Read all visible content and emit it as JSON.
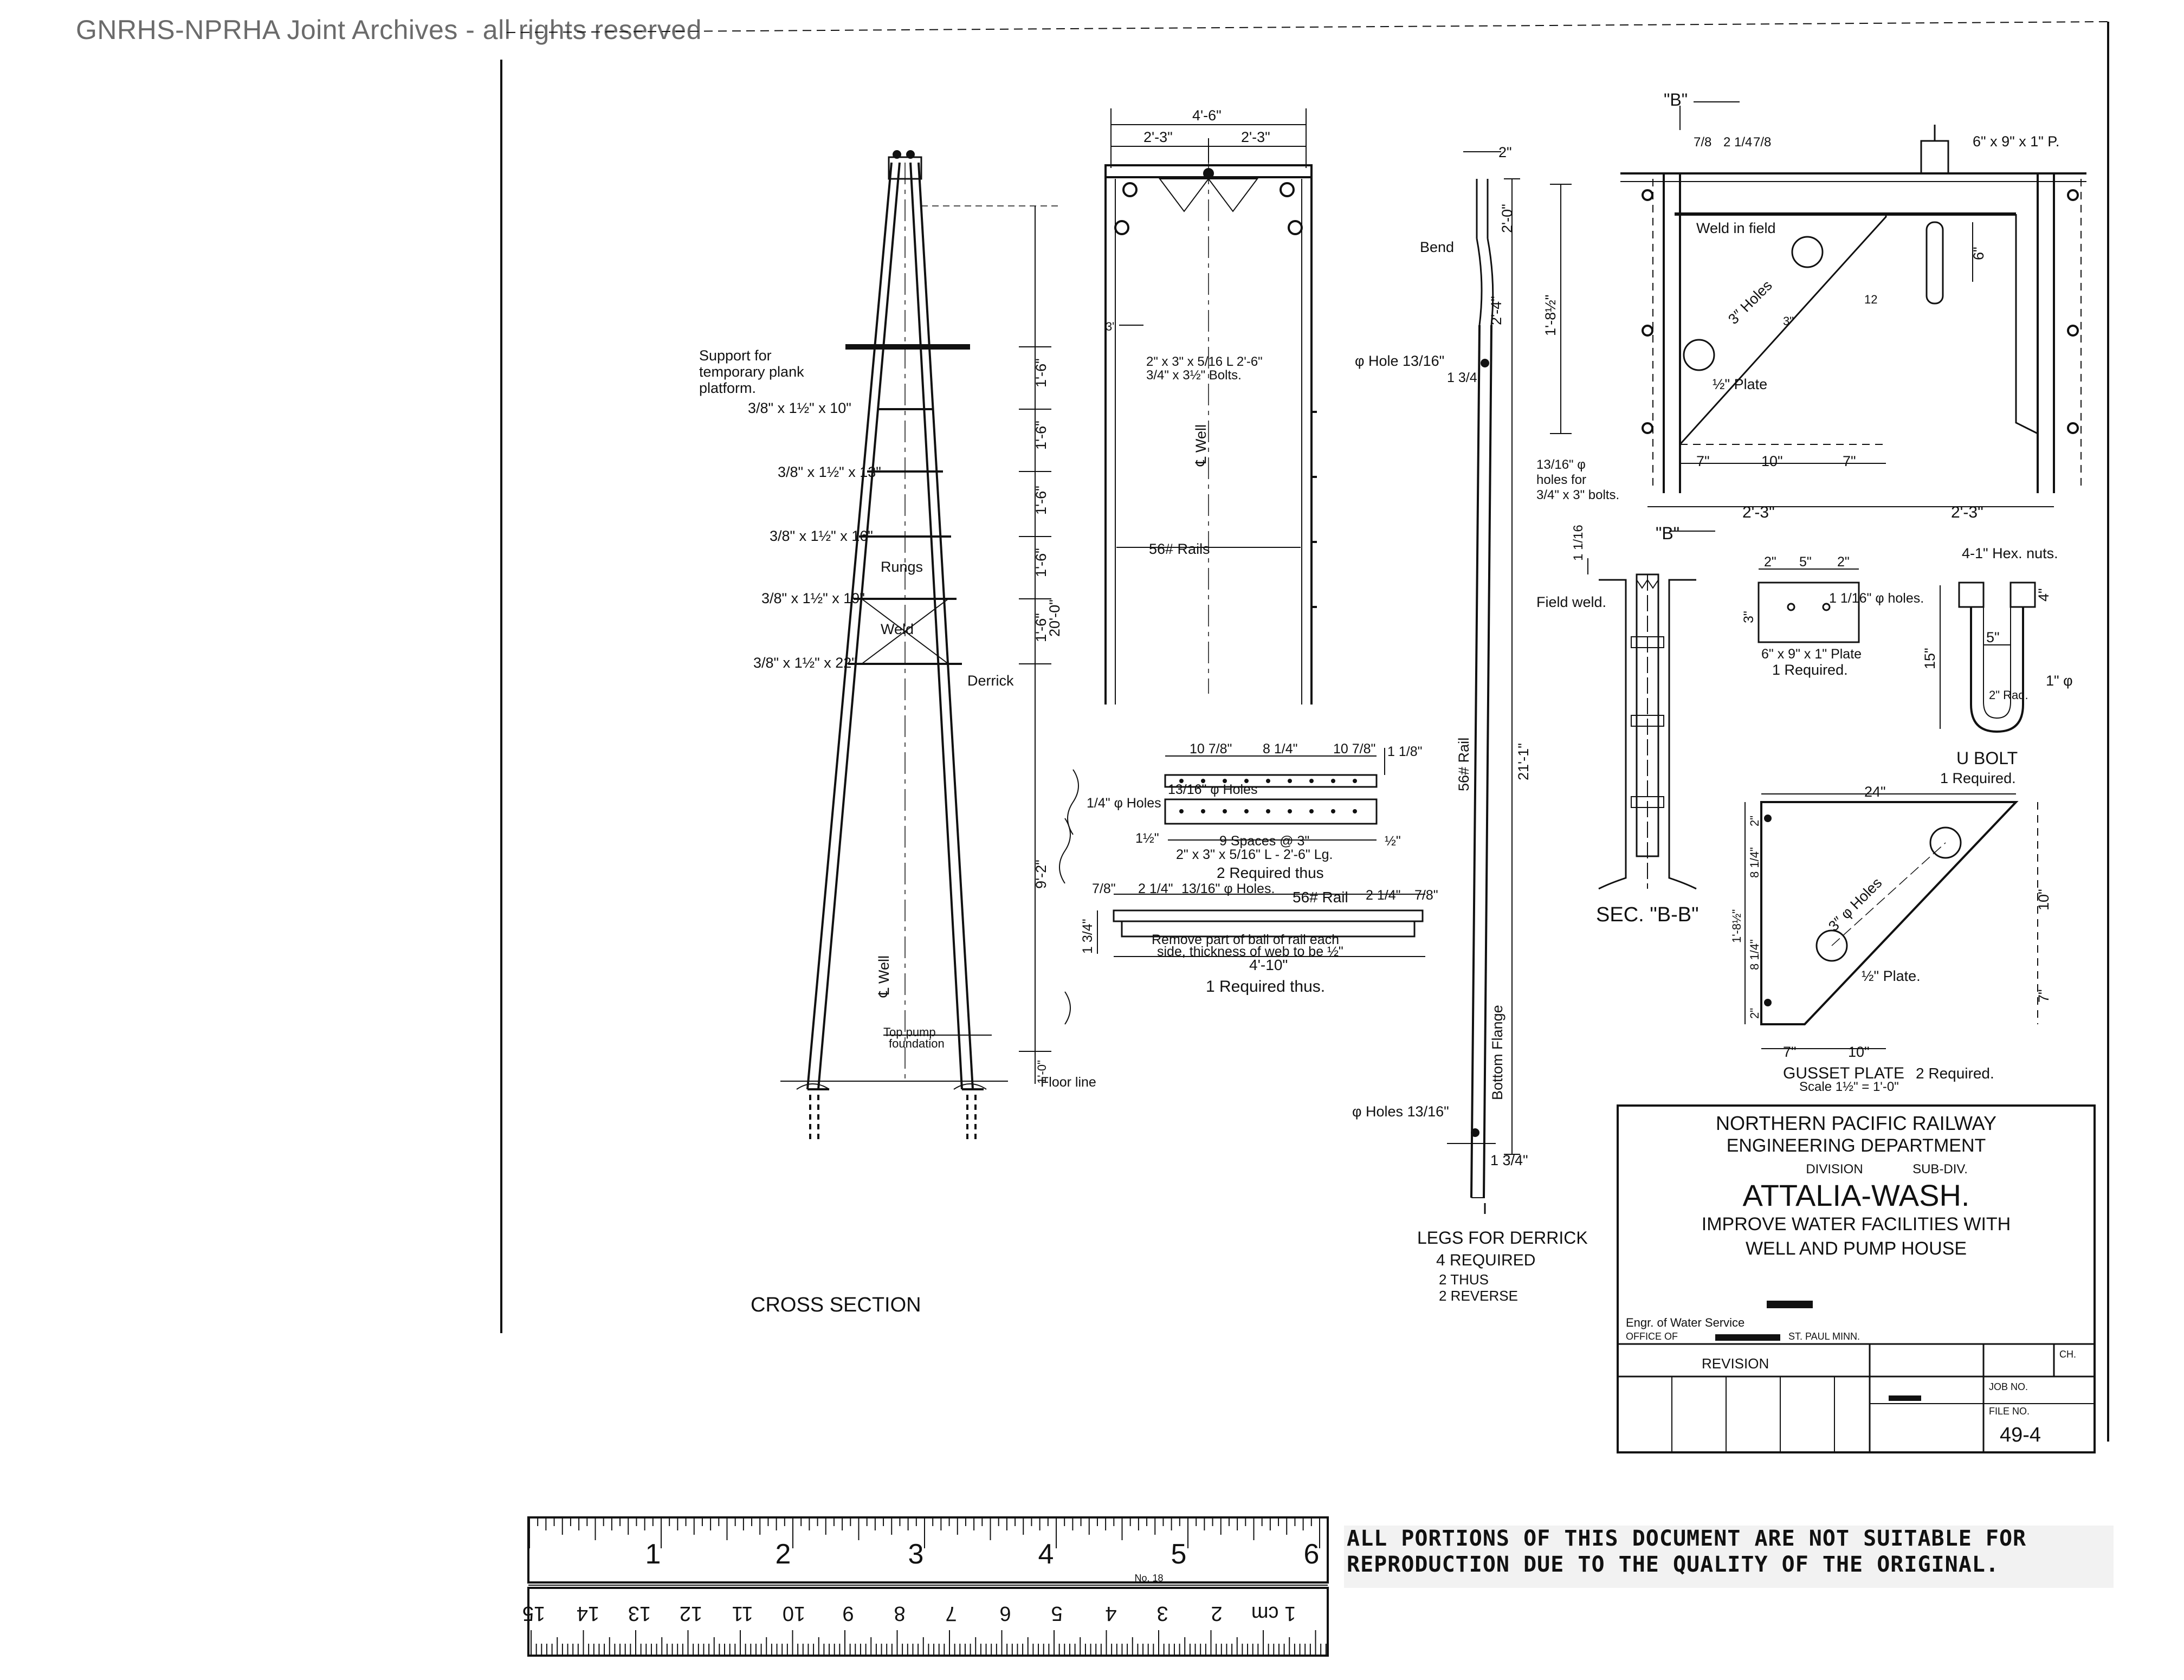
{
  "archive_notice": "GNRHS-NPRHA Joint Archives - all rights reserved",
  "derrick_view": {
    "support_note_1": "Support for",
    "support_note_2": "temporary plank",
    "support_note_3": "platform.",
    "rungs": [
      "3/8\" x 1½\" x 10\"",
      "3/8\" x 1½\" x 13\"",
      "3/8\" x 1½\" x 16\"",
      "3/8\" x 1½\" x 19\"",
      "3/8\" x 1½\" x 22\""
    ],
    "rungs_label": "Rungs",
    "weld_label": "Weld",
    "derrick_label": "Derrick",
    "well_label": "℄ Well",
    "top_pump_label_1": "Top pump",
    "top_pump_label_2": "foundation",
    "floor_line_label": "Floor line",
    "spacing_dims": [
      "1'-6\"",
      "1'-6\"",
      "1'-6\"",
      "1'-6\"",
      "1'-6\""
    ],
    "dim_20": "20'-0\"",
    "dim_9": "9'-2\"",
    "dim_bottom": "1'-0\"",
    "section_label": "CROSS SECTION"
  },
  "front_view": {
    "overall_width": "4'-6\"",
    "half_left": "2'-3\"",
    "half_right": "2'-3\"",
    "angle_note_1": "2\" x 3\" x 5/16 L 2'-6\"",
    "angle_note_2": "3/4\" x 3½\" Bolts.",
    "well_label": "℄ Well",
    "rails_label": "56# Rails",
    "dim_3": "3\""
  },
  "angle_detail": {
    "dims_top": [
      "10 7/8\"",
      "8 1/4\"",
      "10 7/8\""
    ],
    "dim_right": "1 1/8\"",
    "holes_13": "13/16\" φ Holes",
    "holes_14": "1/4\" φ Holes",
    "spaces": "9 Spaces @ 3\"",
    "angle_spec": "2\" x 3\" x 5/16\" L - 2'-6\" Lg.",
    "required": "2 Required thus",
    "dim_15": "1½\"",
    "dim_half": "½\""
  },
  "rail_detail": {
    "dims_top": [
      "7/8\"",
      "2 1/4\"",
      "2 1/4\"",
      "7/8\""
    ],
    "holes": "13/16\" φ Holes.",
    "rail": "56# Rail",
    "note_1": "Remove part of ball of rail each",
    "note_2": "side, thickness of web to be ½\"",
    "length": "4'-10\"",
    "required": "1 Required thus.",
    "dim_left": "1 3/4\""
  },
  "legs_view": {
    "dim_top": "2\"",
    "dim_20": "2'-0\"",
    "bend_label": "Bend",
    "dim_24": "2'-4\"",
    "hole_label": "φ Hole 13/16\"",
    "dim_134": "1 3/4",
    "rail_label": "56# Rail",
    "flange_label": "Bottom Flange",
    "dim_21": "21'-1\"",
    "holes_label": "φ Holes 13/16\"",
    "dim_bottom": "1 3/4\"",
    "title": "LEGS FOR DERRICK",
    "req_1": "4 REQUIRED",
    "req_2": "2 THUS",
    "req_3": "2 REVERSE"
  },
  "top_detail": {
    "section_mark": "\"B\"",
    "plate_label": "6\" x 9\" x 1\" P.",
    "weld_label": "Weld in field",
    "holes_label": "3″ Holes",
    "plate_half": "½\" Plate",
    "bolt_holes_1": "13/16\" φ",
    "bolt_holes_2": "holes for",
    "bolt_holes_3": "3/4\" x 3\" bolts.",
    "dim_185": "1'-8½\"",
    "dim_6": "6\"",
    "dims_bottom": [
      "7\"",
      "10\"",
      "7\""
    ],
    "width_left": "2'-3\"",
    "width_right": "2'-3\"",
    "dims_top": [
      "7/8",
      "2 1/4",
      "7/8"
    ],
    "dim_12": "12",
    "dim_3": "3\""
  },
  "section_bb": {
    "field_weld": "Field weld.",
    "dim": "1 1/16",
    "label": "SEC. \"B-B\""
  },
  "plate_detail": {
    "dims": [
      "2\"",
      "5\"",
      "2\""
    ],
    "holes": "1 1/16\" φ holes.",
    "title": "6\" x 9\" x 1\" Plate",
    "required": "1 Required.",
    "dim_side": "3\""
  },
  "u_bolt": {
    "nuts": "4-1\" Hex. nuts.",
    "dim_15": "15\"",
    "dim_5": "5\"",
    "dim_4": "4\"",
    "rad": "2\" Rad.",
    "dia": "1\" φ",
    "title": "U BOLT",
    "required": "1 Required."
  },
  "gusset": {
    "dim_24": "24\"",
    "dim_10": "10\"",
    "dim_7": "7\"",
    "dims_bottom": [
      "7\"",
      "10\""
    ],
    "dims_left": [
      "2\"",
      "8 1/4\"",
      "8 1/4\"",
      "2\""
    ],
    "dim_185": "1'-8½\"",
    "holes": "3″ φ Holes",
    "plate": "½\" Plate.",
    "title": "GUSSET PLATE",
    "required": "2 Required.",
    "scale": "Scale 1½\" = 1'-0\""
  },
  "title_block": {
    "company": "NORTHERN PACIFIC RAILWAY",
    "department": "ENGINEERING DEPARTMENT",
    "division": "DIVISION",
    "subdiv": "SUB-DIV.",
    "location": "ATTALIA-WASH.",
    "desc_1": "IMPROVE WATER FACILITIES WITH",
    "desc_2": "WELL AND PUMP HOUSE",
    "engineer": "Engr. of Water Service",
    "office": "OFFICE OF",
    "city": "ST. PAUL MINN.",
    "revision": "REVISION",
    "ch": "CH.",
    "job_no": "JOB NO.",
    "file_no": "FILE NO.",
    "file_value": "49-4"
  },
  "ruler": {
    "inch_numbers": [
      "1",
      "2",
      "3",
      "4",
      "5",
      "6"
    ],
    "cm_numbers": [
      "15",
      "14",
      "13",
      "12",
      "11",
      "10",
      "9",
      "8",
      "7",
      "6",
      "5",
      "4",
      "3",
      "2",
      "1 cm"
    ],
    "maker": "No. 18"
  },
  "warning_text": "ALL PORTIONS OF THIS DOCUMENT ARE NOT SUITABLE FOR REPRODUCTION DUE TO THE QUALITY OF THE ORIGINAL."
}
